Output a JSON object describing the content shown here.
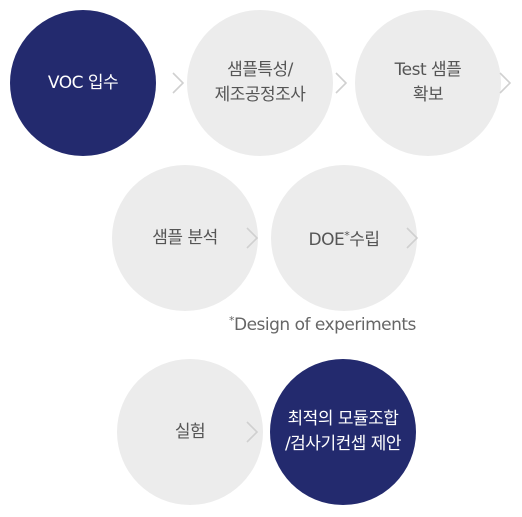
{
  "flow": {
    "step1": {
      "label": "VOC 입수"
    },
    "step2": {
      "label": "샘플특성/\n제조공정조사"
    },
    "step3": {
      "label": "Test 샘플\n확보"
    },
    "step4": {
      "label": "샘플 분석"
    },
    "step5": {
      "label_main": "DOE",
      "label_sup": "*",
      "label_rest": "수립"
    },
    "step6": {
      "label": "실험"
    },
    "step7": {
      "label": "최적의 모듈조합\n/검사기컨셉 제안"
    }
  },
  "footnote": {
    "marker": "*",
    "text": "Design of experiments"
  },
  "colors": {
    "accent": "#232a6e",
    "inactive": "#ececec",
    "chevron": "#d0d0d0"
  }
}
